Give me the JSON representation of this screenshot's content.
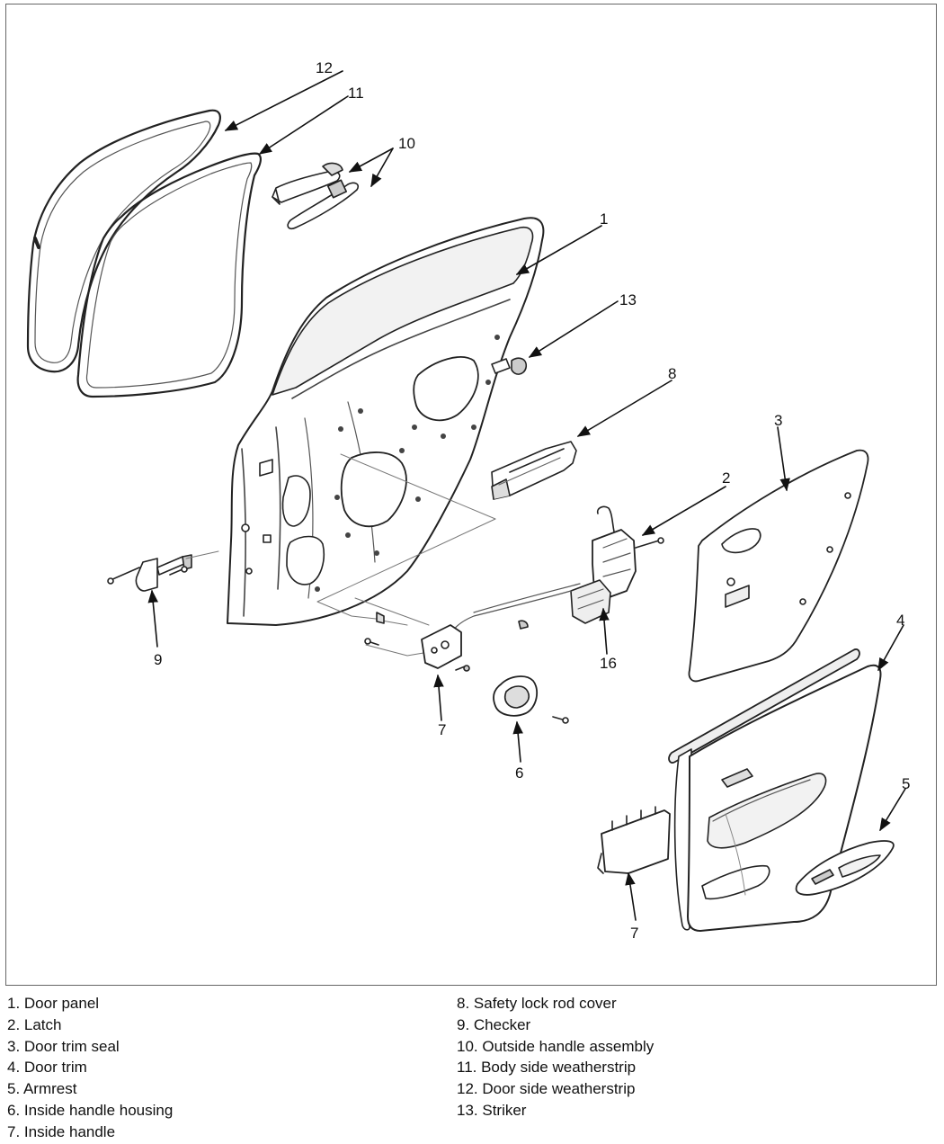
{
  "callouts": {
    "c1": "1",
    "c2": "2",
    "c3": "3",
    "c4": "4",
    "c5": "5",
    "c6": "6",
    "c7a": "7",
    "c7b": "7",
    "c8": "8",
    "c9": "9",
    "c10": "10",
    "c11": "11",
    "c12": "12",
    "c13": "13",
    "c16": "16"
  },
  "legend": {
    "left": [
      "1. Door panel",
      "2. Latch",
      "3. Door trim seal",
      "4. Door trim",
      "5. Armrest",
      "6. Inside handle housing",
      "7. Inside handle"
    ],
    "right": [
      "8. Safety lock rod cover",
      "9. Checker",
      "10. Outside handle assembly",
      "11. Body side weatherstrip",
      "12. Door side weatherstrip",
      "13. Striker"
    ]
  }
}
